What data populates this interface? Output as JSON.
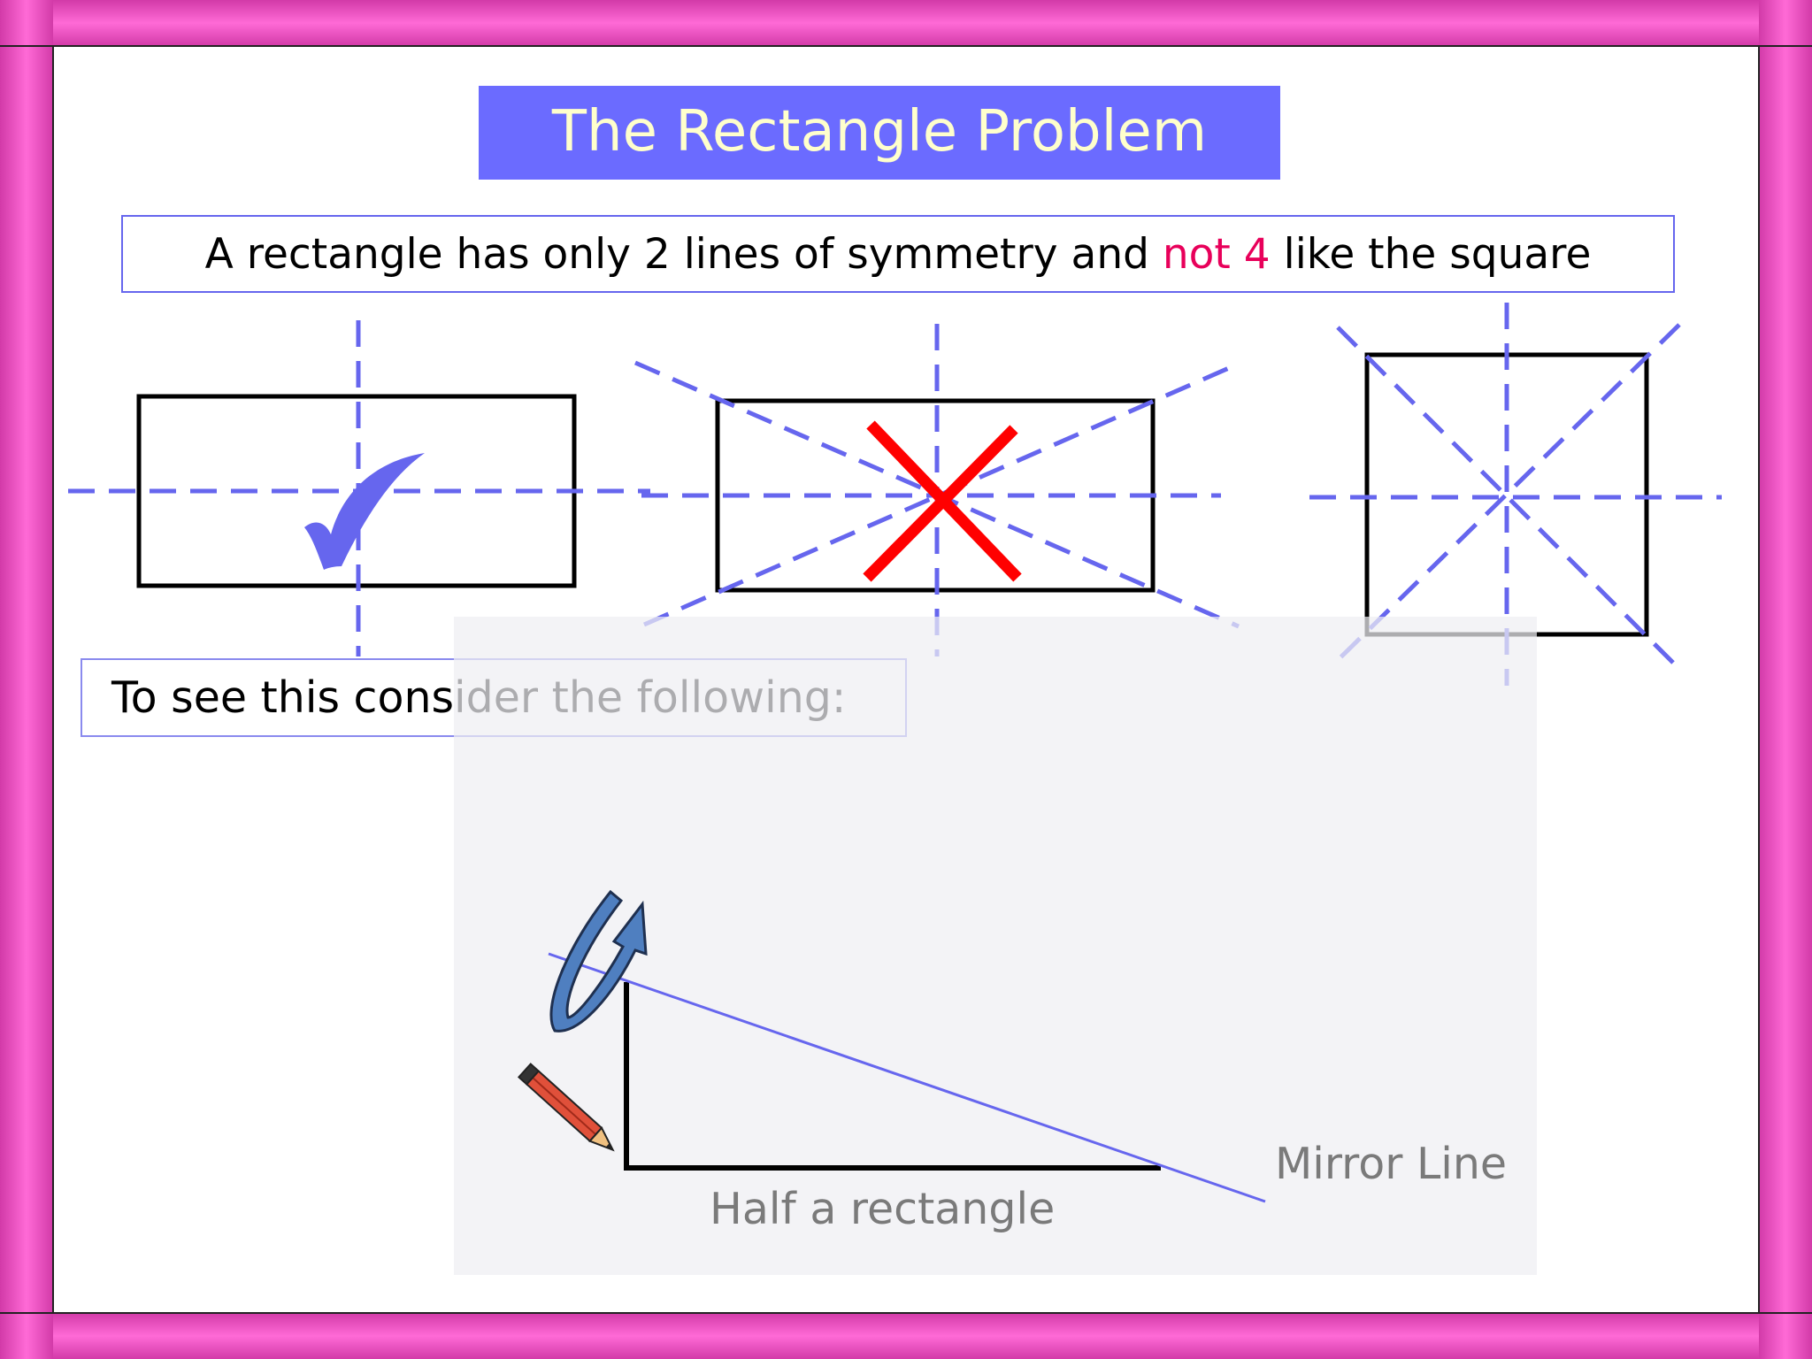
{
  "slide": {
    "title": "The Rectangle Problem",
    "statement": {
      "part1": "A rectangle has only 2 lines of symmetry and ",
      "highlight": "not 4",
      "part2": " like the square"
    },
    "prompt": "To see this consider the following:",
    "labels": {
      "mirror_line": "Mirror Line",
      "half_rectangle": "Half a rectangle"
    }
  },
  "colors": {
    "frame": "#ff5fcf",
    "title_bg": "#6b6bff",
    "title_text": "#ffffcc",
    "symmetry_line": "#6666ee",
    "highlight": "#e8005a",
    "cross": "#ff0000",
    "check": "#6666ee",
    "overlay": "#f3f3f6",
    "label_gray": "#7a7a7a"
  },
  "icons": {
    "correct": "check-mark-icon",
    "incorrect": "red-cross-icon",
    "pencil": "pencil-icon",
    "rotation": "rotation-arrow-icon"
  }
}
